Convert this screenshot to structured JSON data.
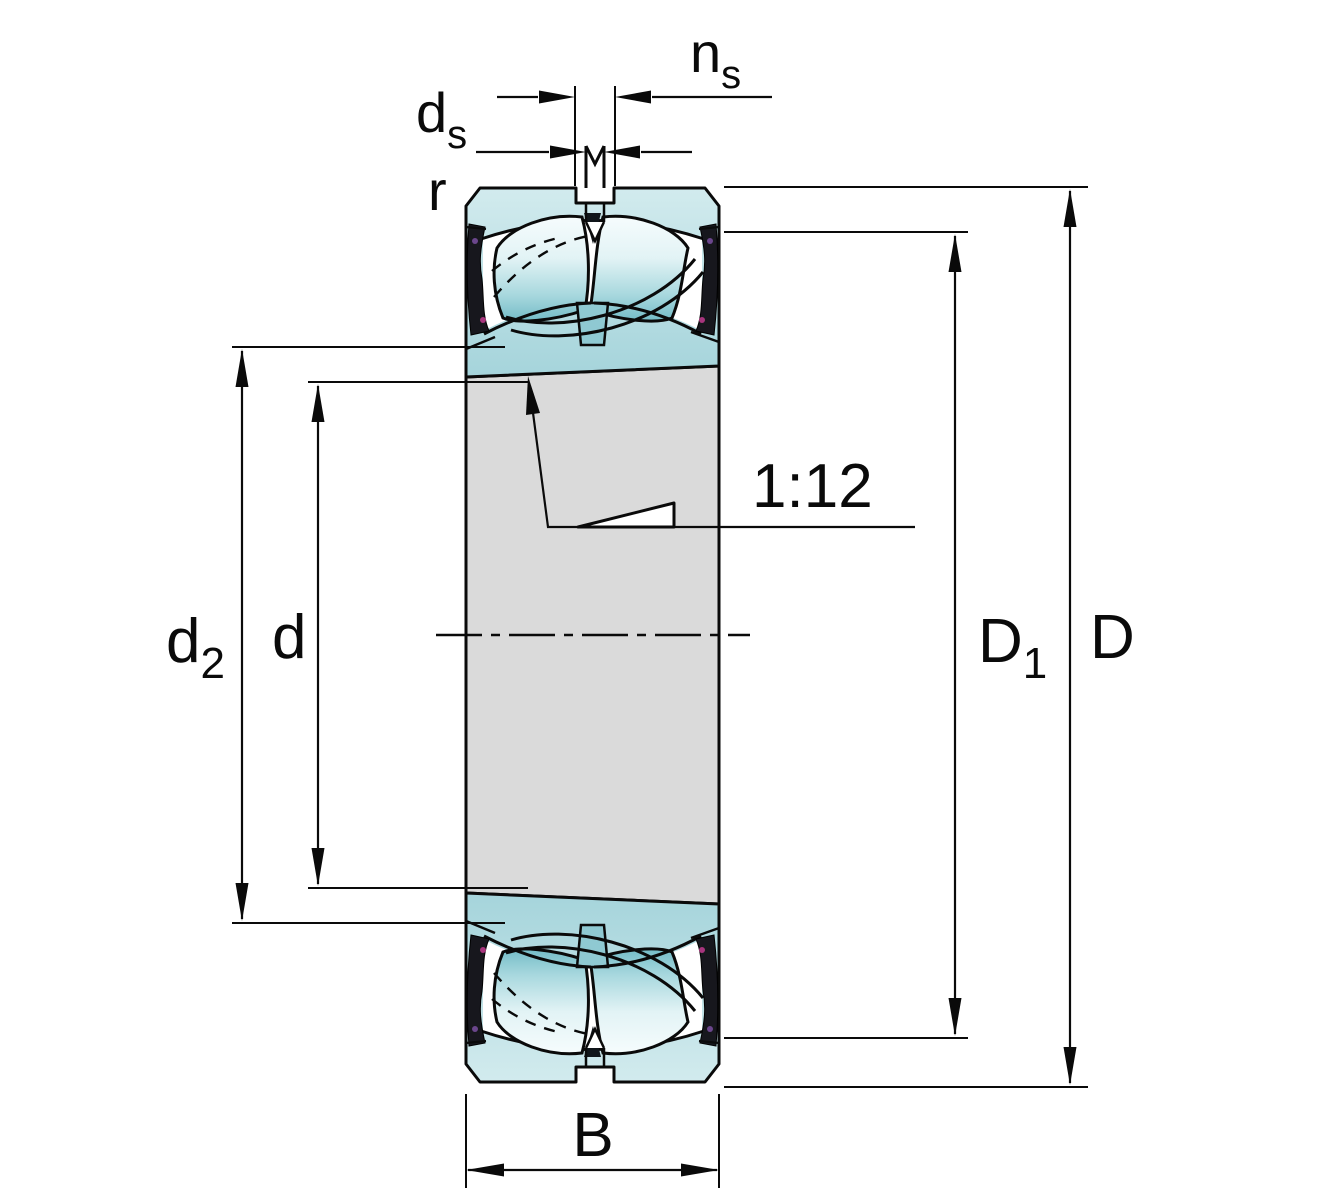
{
  "diagram": {
    "type": "engineering-drawing",
    "subject": "sealed spherical roller bearing cross-section with 1:12 tapered bore",
    "dimensions": {
      "ns": {
        "base": "n",
        "sub": "s"
      },
      "ds": {
        "base": "d",
        "sub": "s"
      },
      "r": "r",
      "d2": {
        "base": "d",
        "sub": "2"
      },
      "d": "d",
      "taper_ratio": "1:12",
      "D1": {
        "base": "D",
        "sub": "1"
      },
      "D": "D",
      "B": "B"
    },
    "colors": {
      "outline": "#0a0a0a",
      "ring_fill_light": "#d2ebee",
      "ring_fill_dark": "#a5d4db",
      "roller_highlight": "#f6fcfd",
      "roller_shade": "#74bcc7",
      "bore_fill": "#dadada",
      "seal": "#17171d",
      "background": "#ffffff"
    }
  }
}
